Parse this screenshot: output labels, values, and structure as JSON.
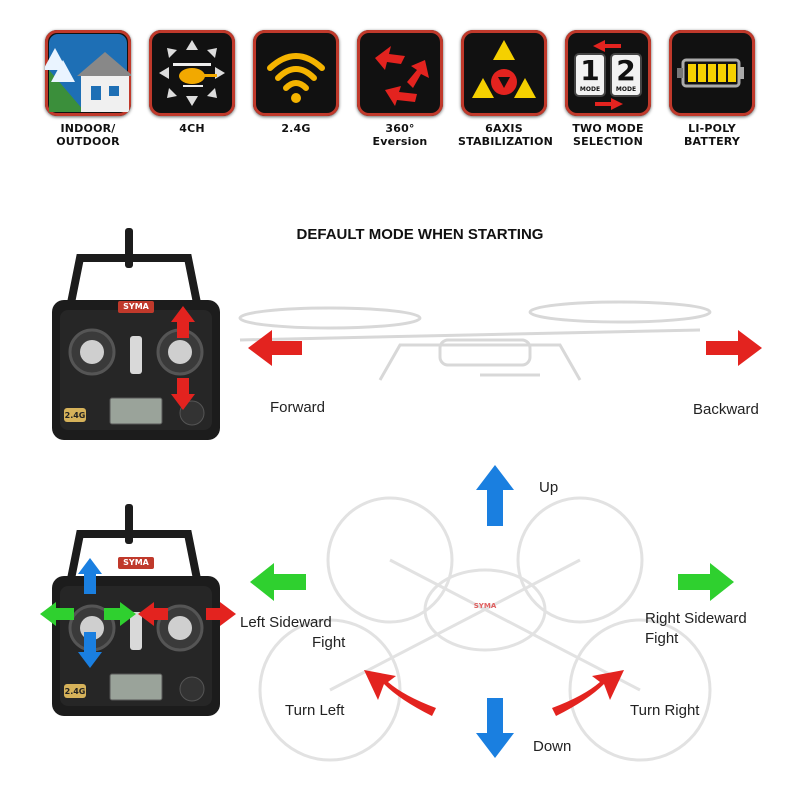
{
  "features": [
    {
      "label_line1": "INDOOR/",
      "label_line2": "OUTDOOR",
      "icon": "house-tree-icon"
    },
    {
      "label_line1": "4CH",
      "label_line2": "",
      "icon": "helicopter-arrows-icon"
    },
    {
      "label_line1": "2.4G",
      "label_line2": "",
      "icon": "wifi-signal-icon"
    },
    {
      "label_line1": "360°",
      "label_line2": "Eversion",
      "icon": "rotation-arrows-icon"
    },
    {
      "label_line1": "6AXIS",
      "label_line2": "STABILIZATION",
      "icon": "triangle-stabilization-icon"
    },
    {
      "label_line1": "TWO MODE",
      "label_line2": "SELECTION",
      "icon": "mode-1-2-icon"
    },
    {
      "label_line1": "LI-POLY",
      "label_line2": "BATTERY",
      "icon": "battery-icon"
    }
  ],
  "mode_icon": {
    "one": "1",
    "two": "2",
    "caption": "MODE"
  },
  "heading": "DEFAULT MODE WHEN STARTING",
  "controller": {
    "brand": "SYMA",
    "badge": "2.4G"
  },
  "directions": {
    "forward": "Forward",
    "backward": "Backward",
    "up": "Up",
    "down": "Down",
    "left_line1": "Left Sideward",
    "left_line2": "Fight",
    "right_line1": "Right Sideward",
    "right_line2": "Fight",
    "turn_left": "Turn Left",
    "turn_right": "Turn Right"
  },
  "colors": {
    "red": "#e3231f",
    "blue": "#1a7fe0",
    "green": "#2fd02f",
    "tile_border": "#c0392b"
  }
}
